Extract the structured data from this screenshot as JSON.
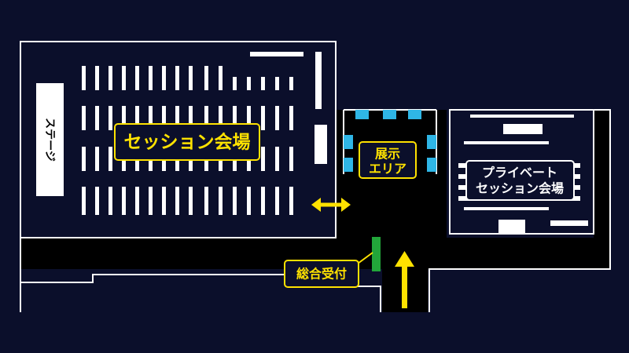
{
  "map": {
    "background": "#0b0f2b",
    "floor_color": "#000000",
    "wall_color": "#ffffff",
    "accent_yellow": "#ffe200",
    "booth_color": "#2fb6e6",
    "reception_color": "#22a63a",
    "labels": {
      "stage": "ステージ",
      "session_hall": "セッション会場",
      "exhibit_area_line1": "展示",
      "exhibit_area_line2": "エリア",
      "private_session_line1": "プライベート",
      "private_session_line2": "セッション会場",
      "reception": "総合受付"
    }
  }
}
